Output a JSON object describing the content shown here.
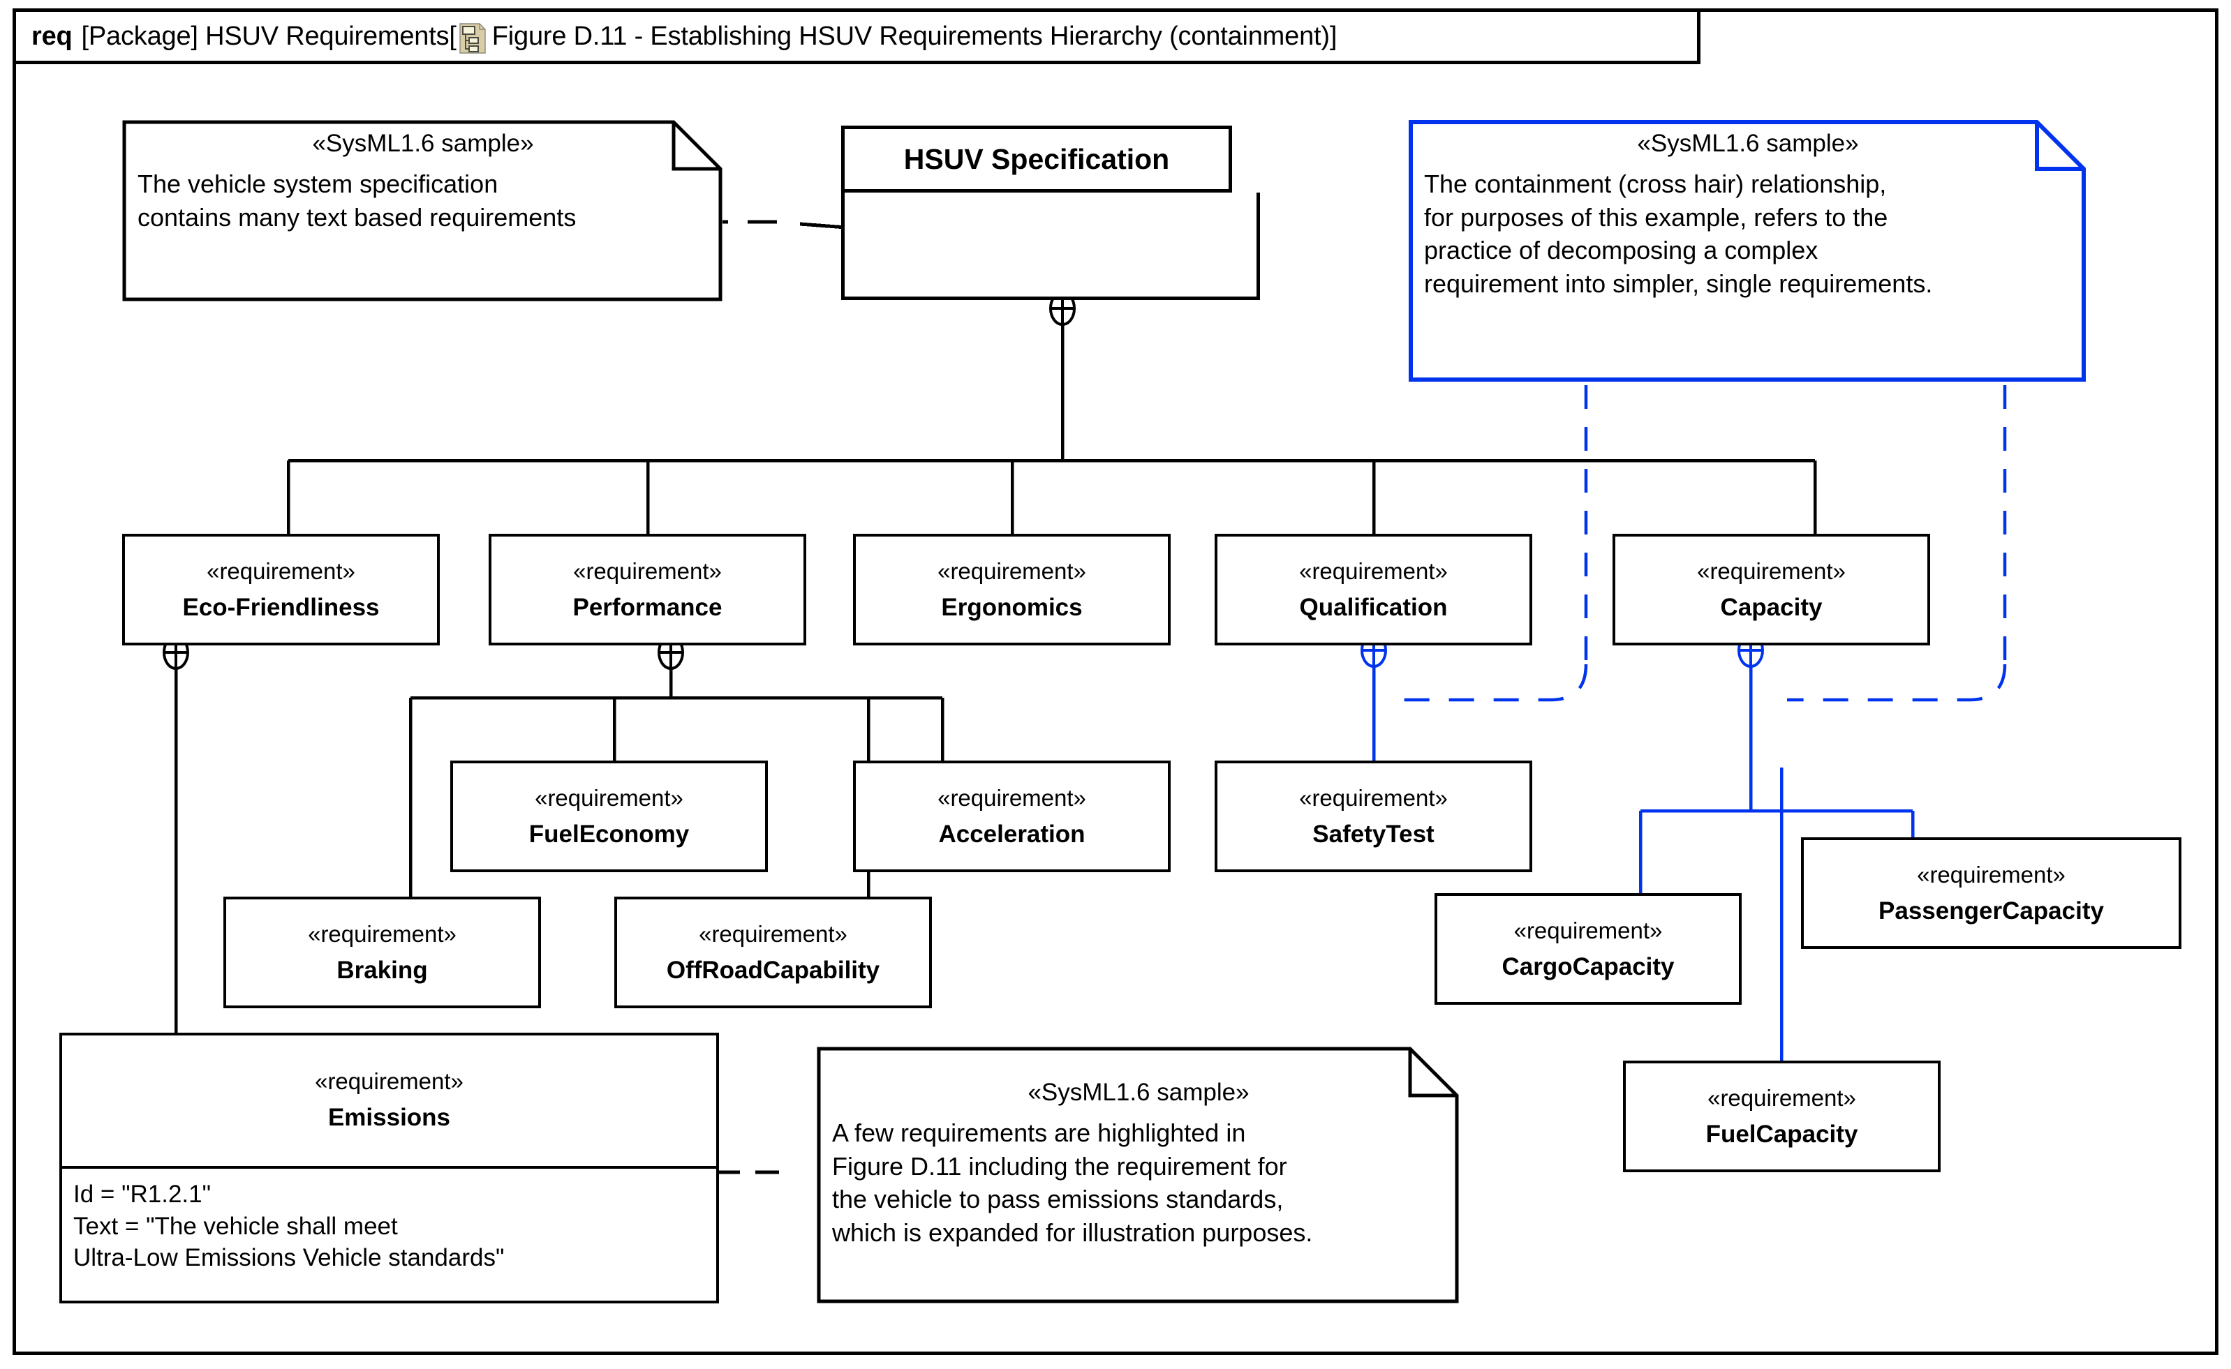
{
  "header": {
    "kind": "req",
    "package_label": "[Package] HSUV Requirements[",
    "icon": "package-diagram-icon",
    "diagram_title": "Figure D.11 - Establishing HSUV Requirements Hierarchy (containment)",
    "close_bracket": "]"
  },
  "colors": {
    "black": "#000000",
    "blue": "#0033ee",
    "icon_fill": "#d8cda6",
    "icon_light": "#f7f2da"
  },
  "notes": {
    "spec_note": {
      "stereotype": "«SysML1.6 sample»",
      "lines": [
        "The vehicle system specification",
        "contains many text based requirements"
      ]
    },
    "containment_note": {
      "stereotype": "«SysML1.6 sample»",
      "lines": [
        "The containment (cross hair) relationship,",
        "for purposes of this example, refers to the",
        "practice of decomposing a complex",
        "requirement into simpler, single requirements."
      ]
    },
    "emissions_note": {
      "stereotype": "«SysML1.6 sample»",
      "lines": [
        "A few requirements are highlighted in",
        "Figure D.11 including the requirement for",
        "the vehicle to pass emissions standards,",
        "which is expanded for illustration purposes."
      ]
    }
  },
  "spec_block": {
    "name": "HSUV Specification"
  },
  "stereotype_requirement": "«requirement»",
  "requirements": [
    {
      "id": "eco",
      "name": "Eco-Friendliness"
    },
    {
      "id": "perf",
      "name": "Performance"
    },
    {
      "id": "ergo",
      "name": "Ergonomics"
    },
    {
      "id": "qual",
      "name": "Qualification"
    },
    {
      "id": "cap",
      "name": "Capacity"
    },
    {
      "id": "fueleco",
      "name": "FuelEconomy"
    },
    {
      "id": "accel",
      "name": "Acceleration"
    },
    {
      "id": "safety",
      "name": "SafetyTest"
    },
    {
      "id": "braking",
      "name": "Braking"
    },
    {
      "id": "offroad",
      "name": "OffRoadCapability"
    },
    {
      "id": "cargo",
      "name": "CargoCapacity"
    },
    {
      "id": "passenger",
      "name": "PassengerCapacity"
    },
    {
      "id": "fuelcap",
      "name": "FuelCapacity"
    }
  ],
  "emissions": {
    "stereotype": "«requirement»",
    "name": "Emissions",
    "properties": [
      "Id = \"R1.2.1\"",
      "Text = \"The vehicle shall meet",
      "Ultra-Low Emissions Vehicle standards\""
    ]
  }
}
